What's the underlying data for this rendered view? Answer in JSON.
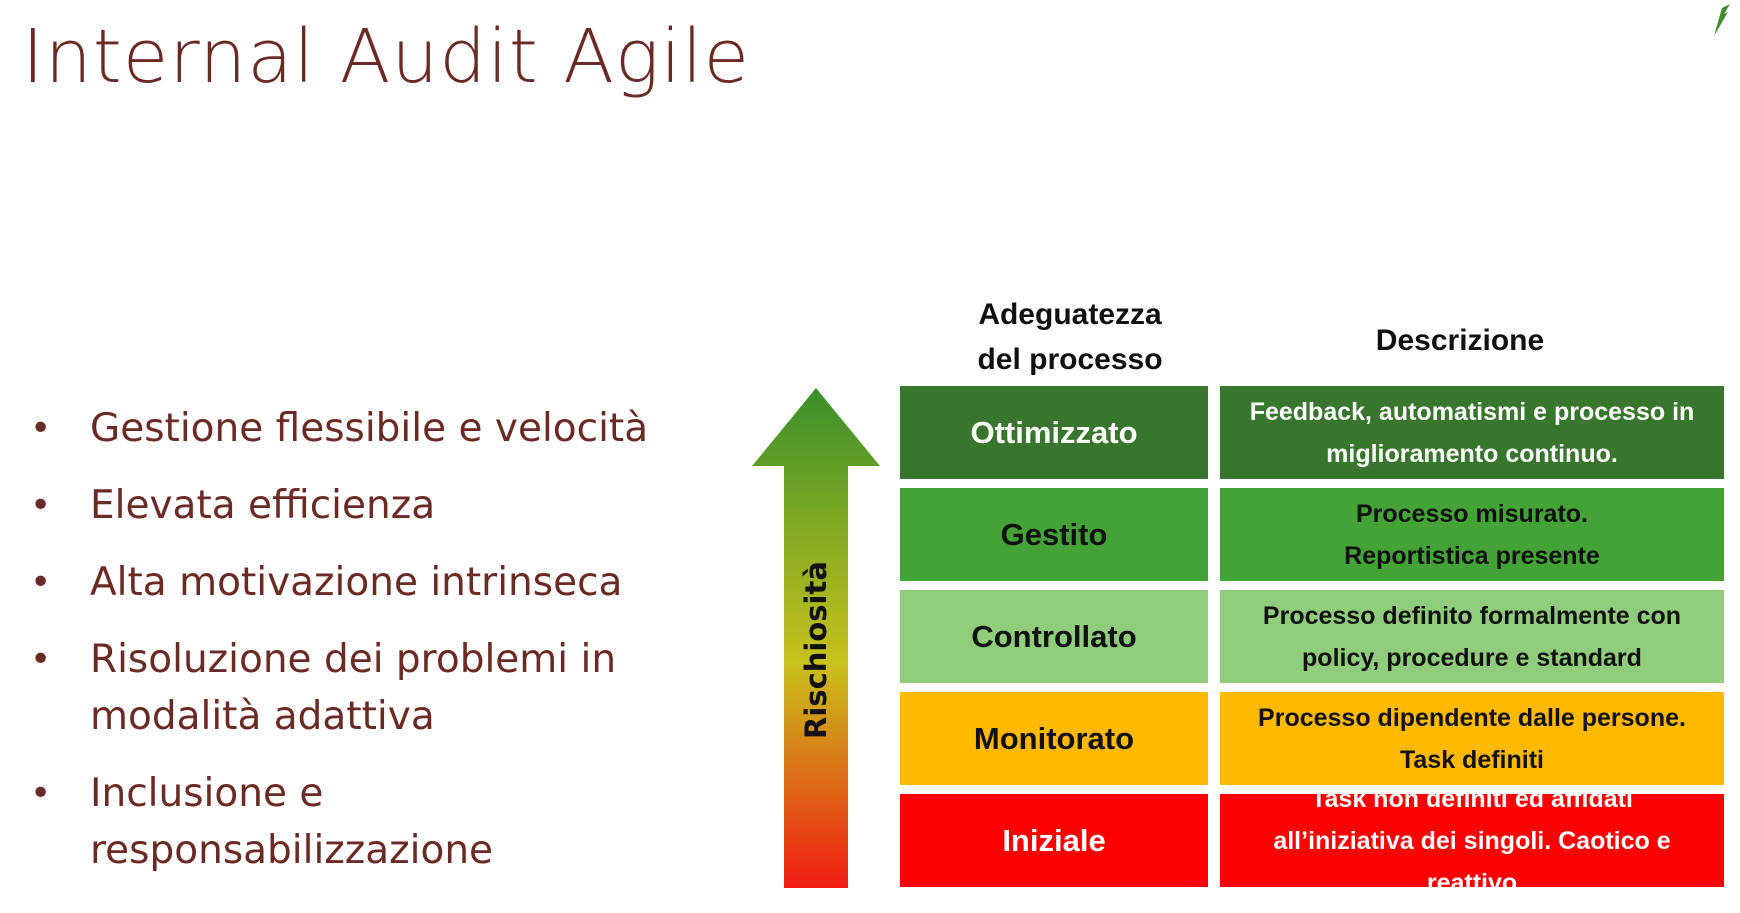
{
  "title": "Internal Audit Agile",
  "bullets": [
    {
      "lines": [
        "Gestione flessibile e velocità"
      ]
    },
    {
      "lines": [
        "Elevata efficienza"
      ]
    },
    {
      "lines": [
        "Alta motivazione intrinseca"
      ]
    },
    {
      "lines": [
        "Risoluzione dei problemi in",
        "modalità adattiva"
      ]
    },
    {
      "lines": [
        "Inclusione e",
        "responsabilizzazione"
      ]
    }
  ],
  "arrow_label": "Rischiosità",
  "headers": {
    "adeguatezza_line1": "Adeguatezza",
    "adeguatezza_line2": "del processo",
    "descrizione": "Descrizione"
  },
  "levels": [
    {
      "name": "Ottimizzato",
      "desc_lines": [
        "Feedback, automatismi e processo in",
        "miglioramento continuo."
      ],
      "color": "#37762c",
      "text_color": "#ffffff"
    },
    {
      "name": "Gestito",
      "desc_lines": [
        "Processo misurato.",
        "Reportistica presente"
      ],
      "color": "#44a336",
      "text_color": "#111111"
    },
    {
      "name": "Controllato",
      "desc_lines": [
        "Processo definito formalmente con",
        "policy, procedure  e standard"
      ],
      "color": "#8fcc7c",
      "text_color": "#111111"
    },
    {
      "name": "Monitorato",
      "desc_lines": [
        "Processo dipendente  dalle persone.",
        "Task definiti"
      ],
      "color": "#ffb900",
      "text_color": "#111111"
    },
    {
      "name": "Iniziale",
      "desc_lines": [
        "Task non definiti  ed affidati",
        "all’iniziativa dei singoli.  Caotico e reattivo"
      ],
      "color": "#fd0000",
      "text_color": "#ffffff"
    }
  ],
  "colors": {
    "title": "#6b2a24",
    "arrow_top": "#3a8f2b",
    "arrow_mid": "#c8c21c",
    "arrow_bottom": "#ef1c12"
  }
}
